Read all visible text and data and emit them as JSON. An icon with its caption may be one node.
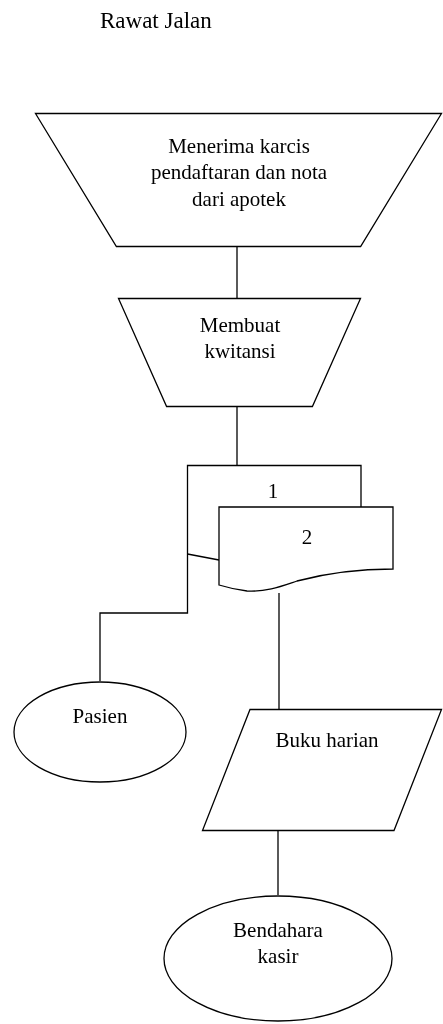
{
  "diagram": {
    "title": "Rawat Jalan",
    "nodes": [
      {
        "text": [
          "Menerima karcis pendaftaran dan nota dari apotek"
        ]
      },
      {
        "text": [
          "Membuat kwitansi"
        ]
      },
      {
        "text": [
          "1",
          "2"
        ]
      },
      {
        "text": [
          "Pasien"
        ]
      },
      {
        "text": [
          "Buku harian"
        ]
      },
      {
        "text": [
          "Bendahara kasir"
        ]
      }
    ],
    "edges": [
      {
        "from": 0,
        "to": 1,
        "arrow": "none"
      },
      {
        "from": 1,
        "to": 2,
        "arrow": "none"
      },
      {
        "from": 2,
        "to": 3,
        "arrow": "none"
      },
      {
        "from": 2,
        "to": 4,
        "arrow": "none"
      },
      {
        "from": 4,
        "to": 5,
        "arrow": "none"
      }
    ]
  }
}
